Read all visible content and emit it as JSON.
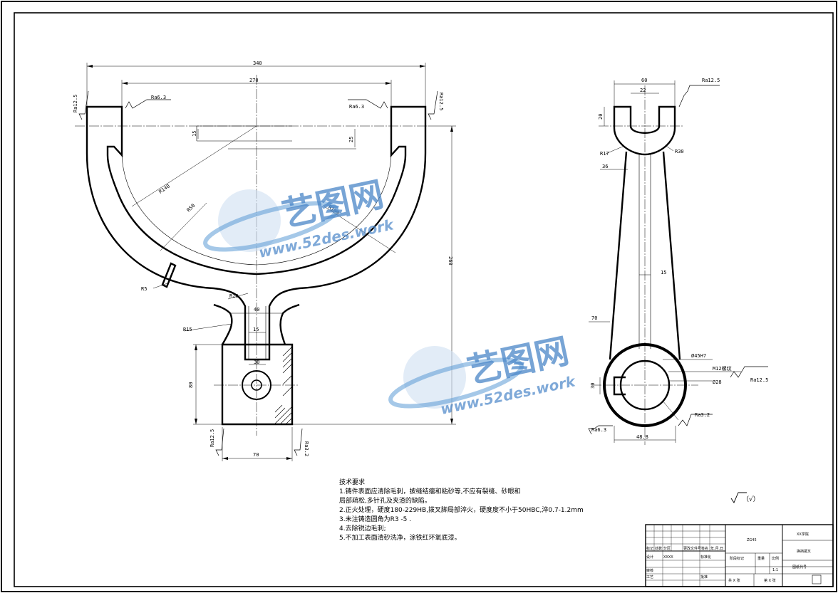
{
  "watermark": {
    "brand": "艺图网",
    "url": "www.52des.work"
  },
  "front_view": {
    "dims": {
      "overall_width": "340",
      "inner_width": "270",
      "height_260": "260",
      "slot_15": "15",
      "slot_25": "25",
      "r_140": "R140",
      "r_50": "R50",
      "r_100": "R100",
      "r_5": "R5",
      "r_20": "R20",
      "r_15": "R15",
      "hub_40": "40",
      "stem_15": "15",
      "hub_30": "30",
      "hub_80": "80",
      "hub_70": "70"
    },
    "roughness": {
      "rough_left": "Ra12.5",
      "rough_right": "Ra12.5",
      "rough_slot_left": "Ra6.3",
      "rough_slot_right": "Ra6.3",
      "rough_hub_left": "Ra12.5",
      "rough_hub_right": "Ra3.2"
    }
  },
  "side_view": {
    "dims": {
      "top_60": "60",
      "top_22": "22",
      "top_20": "20",
      "r_17": "R17",
      "r_30": "R30",
      "w_36": "36",
      "w_15": "15",
      "w_70": "70",
      "bore": "Ø45H7",
      "screw": "M12螺纹",
      "d_28": "Ø28",
      "d_30": "30",
      "bottom": "48.8"
    },
    "roughness": {
      "rough_top": "Ra12.5",
      "rough_screw": "Ra12.5",
      "rough_bore": "Ra3.2",
      "rough_bottom": "Ra6.3"
    }
  },
  "notes": {
    "title": "技术要求",
    "lines": [
      "1.铸件表面应清除毛刺，披缝结瘤和粘砂等,不应有裂缝、砂眼和",
      "局部疏松,多针孔及夹渣的缺陷。",
      "2.正火处理，硬度180-229HB,拨叉脚局部淬火，硬度度不小于50HBC,淬0.7-1.2mm",
      "3.未注铸造圆角为R3 -5 .",
      "4.去除锐边毛刺;",
      "5.不加工表面清砂洗净，涂铁红环氧底漆。"
    ],
    "general_roughness": "（√）"
  },
  "title_block": {
    "material": "ZG45",
    "school": "XX学院",
    "part_name": "换挡拨叉",
    "drawing_no": "图纸代号",
    "scale_label": "比例",
    "scale": "1:1",
    "weight_label": "重量",
    "stage_label": "阶段标记",
    "sheet_total": "共 X 张",
    "sheet_no": "第 X 张",
    "row_design": "设计",
    "row_review": "审核",
    "row_process": "工艺",
    "row_approve": "批准",
    "designer": "XXXX",
    "standard": "标准化",
    "header_marks": "标记",
    "header_count": "处数",
    "header_zone": "分区",
    "header_doc": "更改文件号",
    "header_sign": "签名",
    "header_date": "年.月.日"
  }
}
